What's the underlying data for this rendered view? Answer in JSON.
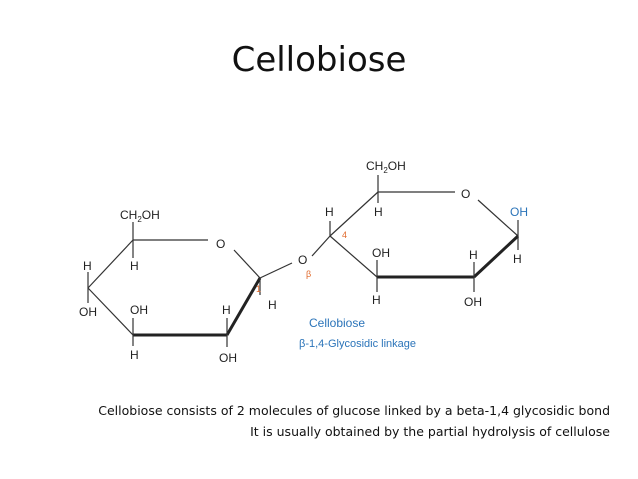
{
  "title": "Cellobiose",
  "atoms": {
    "ch2oh_left": "CH",
    "ch2oh_left_sub": "2",
    "ch2oh_left_end": "OH",
    "ch2oh_right": "CH",
    "ch2oh_right_sub": "2",
    "ch2oh_right_end": "OH",
    "o": "O",
    "h": "H",
    "oh": "OH"
  },
  "labels": {
    "carbon_1": "1",
    "carbon_4": "4",
    "beta": "β",
    "inset_name": "Cellobiose",
    "inset_linkage": "β-1,4-Glycosidic linkage"
  },
  "colors": {
    "accent_blue": "#2b74b9",
    "accent_orange": "#e06a2c"
  },
  "caption": {
    "line1": "Cellobiose consists of 2 molecules of glucose linked by a beta-1,4 glycosidic bond",
    "line2": "It is usually obtained by the partial hydrolysis of cellulose"
  }
}
